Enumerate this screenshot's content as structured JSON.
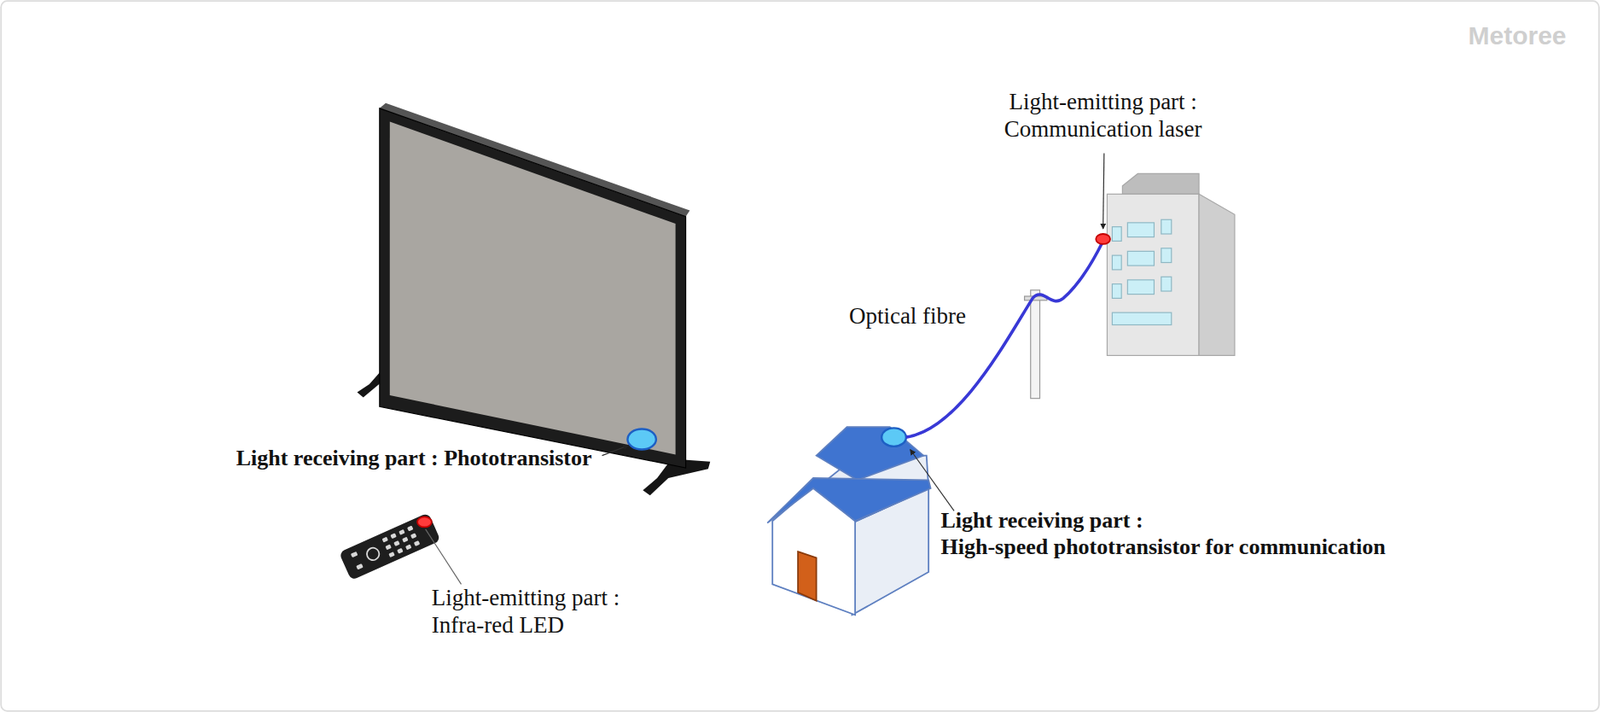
{
  "diagram": {
    "labels": [
      "Metoree",
      "Light-emitting part : Communication laser",
      "Optical fibre",
      "Light receiving part : Phototransistor",
      "Light receiving part : High-speed phototransistor for communication",
      "Light-emitting part : Infra-red LED"
    ]
  }
}
